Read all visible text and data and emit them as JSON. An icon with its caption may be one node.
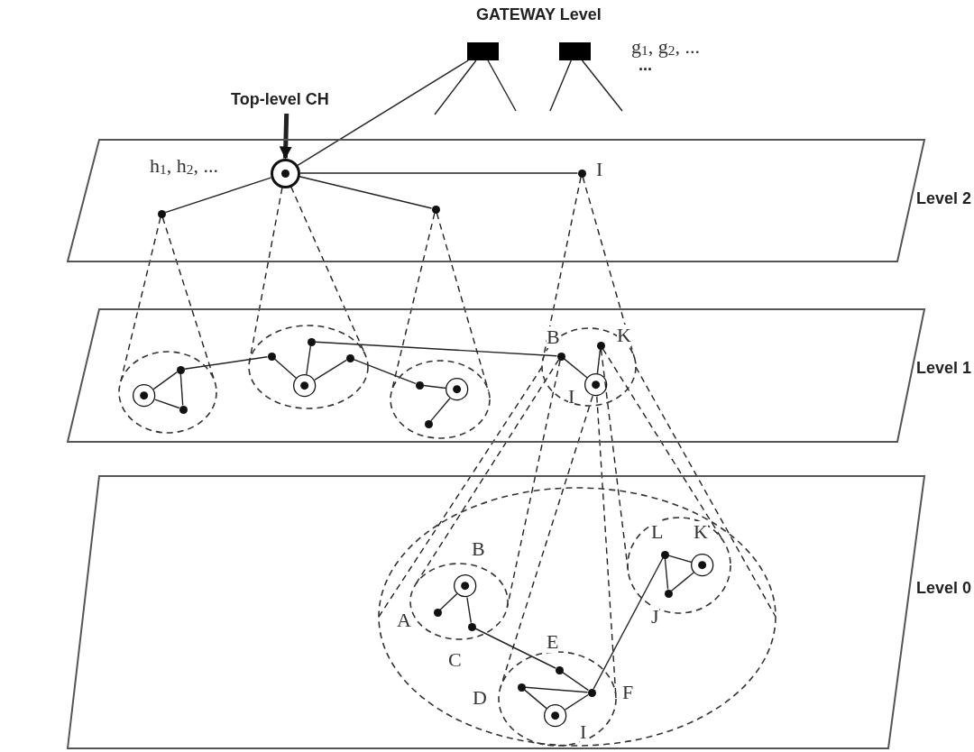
{
  "diagram": {
    "nodes": [
      {
        "text": [],
        "shape": "box"
      },
      {
        "text": [],
        "shape": "box"
      },
      {
        "text": [
          "Top-level CH"
        ]
      },
      {
        "text": [
          "Level 2"
        ]
      },
      {
        "text": [],
        "shape": "circle",
        "in": 3,
        "beside": [
          "h$_{1}$, h$_{2}$, ..."
        ]
      },
      {
        "text": [],
        "shape": "circle",
        "in": 3
      },
      {
        "text": [],
        "shape": "circle",
        "in": 3
      },
      {
        "text": [],
        "shape": "circle",
        "in": 3,
        "beside": [
          "I"
        ]
      },
      {
        "text": [
          "Level 1"
        ]
      },
      {
        "text": [],
        "shape": "ellipse",
        "in": 8
      },
      {
        "text": [],
        "shape": "circle",
        "in": 9
      },
      {
        "text": [],
        "shape": "circle",
        "in": 9
      },
      {
        "text": [],
        "shape": "circle",
        "in": 9
      },
      {
        "text": [],
        "shape": "ellipse",
        "in": 8
      },
      {
        "text": [],
        "shape": "circle",
        "in": 13
      },
      {
        "text": [],
        "shape": "circle",
        "in": 13
      },
      {
        "text": [],
        "shape": "circle",
        "in": 13
      },
      {
        "text": [],
        "shape": "circle",
        "in": 13
      },
      {
        "text": [],
        "shape": "ellipse",
        "in": 8
      },
      {
        "text": [],
        "shape": "circle",
        "in": 18
      },
      {
        "text": [],
        "shape": "circle",
        "in": 18
      },
      {
        "text": [],
        "shape": "circle",
        "in": 18
      },
      {
        "text": [],
        "shape": "ellipse",
        "in": 8
      },
      {
        "text": [],
        "shape": "circle",
        "in": 22,
        "beside": [
          "B"
        ]
      },
      {
        "text": [],
        "shape": "circle",
        "in": 22,
        "beside": [
          "K"
        ]
      },
      {
        "text": [],
        "shape": "circle",
        "in": 22,
        "beside": [
          "I"
        ]
      },
      {
        "text": [
          "Level 0"
        ]
      },
      {
        "text": [],
        "shape": "ellipse",
        "in": 26
      },
      {
        "text": [],
        "shape": "ellipse",
        "in": 27
      },
      {
        "text": [],
        "shape": "circle",
        "in": 28,
        "beside": [
          "A"
        ]
      },
      {
        "text": [],
        "shape": "circle",
        "in": 28,
        "beside": [
          "B"
        ]
      },
      {
        "text": [],
        "shape": "circle",
        "in": 28,
        "beside": [
          "C"
        ]
      },
      {
        "text": [],
        "shape": "ellipse",
        "in": 27
      },
      {
        "text": [],
        "shape": "circle",
        "in": 32,
        "beside": [
          "E"
        ]
      },
      {
        "text": [],
        "shape": "circle",
        "in": 32,
        "beside": [
          "D"
        ]
      },
      {
        "text": [],
        "shape": "circle",
        "in": 32,
        "beside": [
          "F"
        ]
      },
      {
        "text": [],
        "shape": "circle",
        "in": 32,
        "beside": [
          "I"
        ]
      },
      {
        "text": [],
        "shape": "ellipse",
        "in": 27
      },
      {
        "text": [],
        "shape": "circle",
        "in": 37,
        "beside": [
          "L"
        ]
      },
      {
        "text": [],
        "shape": "circle",
        "in": 37,
        "beside": [
          "K"
        ]
      },
      {
        "text": [],
        "shape": "circle",
        "in": 37,
        "beside": [
          "J"
        ]
      }
    ],
    "edges": [
      {
        "from": 2,
        "to": 4,
        "arrow": "to",
        "style": "thick"
      },
      {
        "from": 0,
        "to": 4,
        "arrow": "none"
      },
      {
        "from": 0,
        "to": null,
        "arrow": "none"
      },
      {
        "from": 0,
        "to": null,
        "arrow": "none"
      },
      {
        "from": 1,
        "to": null,
        "arrow": "none"
      },
      {
        "from": 1,
        "to": null,
        "arrow": "none"
      },
      {
        "from": 4,
        "to": 5,
        "arrow": "none"
      },
      {
        "from": 4,
        "to": 6,
        "arrow": "none"
      },
      {
        "from": 4,
        "to": 7,
        "arrow": "none"
      },
      {
        "from": 10,
        "to": 11,
        "arrow": "none"
      },
      {
        "from": 10,
        "to": 12,
        "arrow": "none"
      },
      {
        "from": 11,
        "to": 12,
        "arrow": "none"
      },
      {
        "from": 11,
        "to": 14,
        "arrow": "none"
      },
      {
        "from": 14,
        "to": 16,
        "arrow": "none"
      },
      {
        "from": 16,
        "to": 15,
        "arrow": "none"
      },
      {
        "from": 16,
        "to": 17,
        "arrow": "none"
      },
      {
        "from": 17,
        "to": 19,
        "arrow": "none"
      },
      {
        "from": 19,
        "to": 20,
        "arrow": "none"
      },
      {
        "from": 20,
        "to": 21,
        "arrow": "none"
      },
      {
        "from": 15,
        "to": 23,
        "arrow": "none"
      },
      {
        "from": 23,
        "to": 25,
        "arrow": "none"
      },
      {
        "from": 24,
        "to": 25,
        "arrow": "none"
      },
      {
        "from": 29,
        "to": 30,
        "arrow": "none"
      },
      {
        "from": 30,
        "to": 31,
        "arrow": "none"
      },
      {
        "from": 31,
        "to": 33,
        "arrow": "none"
      },
      {
        "from": 33,
        "to": 35,
        "arrow": "none"
      },
      {
        "from": 34,
        "to": 35,
        "arrow": "none"
      },
      {
        "from": 34,
        "to": 36,
        "arrow": "none"
      },
      {
        "from": 36,
        "to": 35,
        "arrow": "none"
      },
      {
        "from": 35,
        "to": 38,
        "arrow": "none"
      },
      {
        "from": 38,
        "to": 39,
        "arrow": "none"
      },
      {
        "from": 38,
        "to": 40,
        "arrow": "none"
      },
      {
        "from": 40,
        "to": 39,
        "arrow": "none"
      },
      {
        "from": 4,
        "to": 13,
        "arrow": "none",
        "style": "dashed"
      },
      {
        "from": 4,
        "to": 13,
        "arrow": "none",
        "style": "dashed"
      },
      {
        "from": 5,
        "to": 9,
        "arrow": "none",
        "style": "dashed"
      },
      {
        "from": 5,
        "to": 9,
        "arrow": "none",
        "style": "dashed"
      },
      {
        "from": 6,
        "to": 18,
        "arrow": "none",
        "style": "dashed"
      },
      {
        "from": 6,
        "to": 18,
        "arrow": "none",
        "style": "dashed"
      },
      {
        "from": 7,
        "to": 22,
        "arrow": "none",
        "style": "dashed"
      },
      {
        "from": 7,
        "to": 22,
        "arrow": "none",
        "style": "dashed"
      },
      {
        "from": 23,
        "to": 28,
        "arrow": "none",
        "style": "dashed"
      },
      {
        "from": 23,
        "to": 28,
        "arrow": "none",
        "style": "dashed"
      },
      {
        "from": 25,
        "to": 32,
        "arrow": "none",
        "style": "dashed"
      },
      {
        "from": 25,
        "to": 32,
        "arrow": "none",
        "style": "dashed"
      },
      {
        "from": 24,
        "to": 37,
        "arrow": "none",
        "style": "dashed"
      },
      {
        "from": 24,
        "to": 37,
        "arrow": "none",
        "style": "dashed"
      },
      {
        "from": 22,
        "to": 27,
        "arrow": "none",
        "style": "dashed"
      },
      {
        "from": 22,
        "to": 27,
        "arrow": "none",
        "style": "dashed"
      }
    ],
    "labels": [
      "GATEWAY Level",
      "g$_{1}$, g$_{2}$, ...",
      "..."
    ]
  }
}
